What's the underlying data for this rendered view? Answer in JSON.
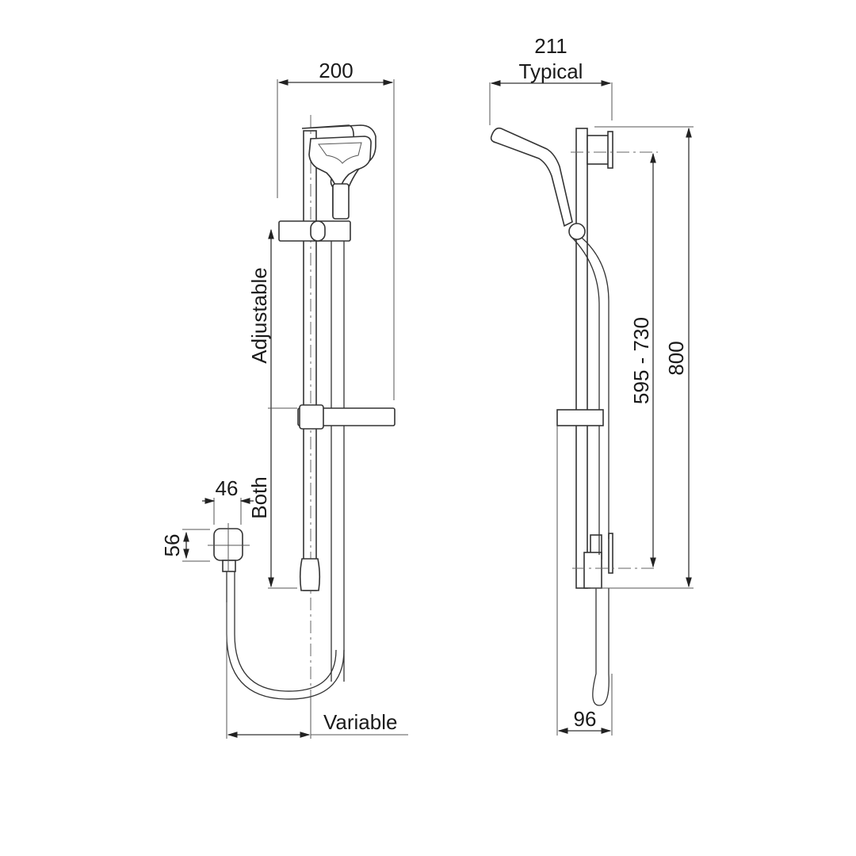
{
  "drawing": {
    "title": "Shower rail kit dimension drawing",
    "front_view": {
      "width_label": "200",
      "adjustable_label": "Adjustable",
      "both_label": "Both",
      "outlet_width_label": "46",
      "outlet_height_label": "56",
      "hose_label": "Variable"
    },
    "side_view": {
      "projection_label": "211",
      "projection_note": "Typical",
      "bracket_centres_label": "595 - 730",
      "rail_length_label": "800",
      "depth_label": "96"
    }
  }
}
